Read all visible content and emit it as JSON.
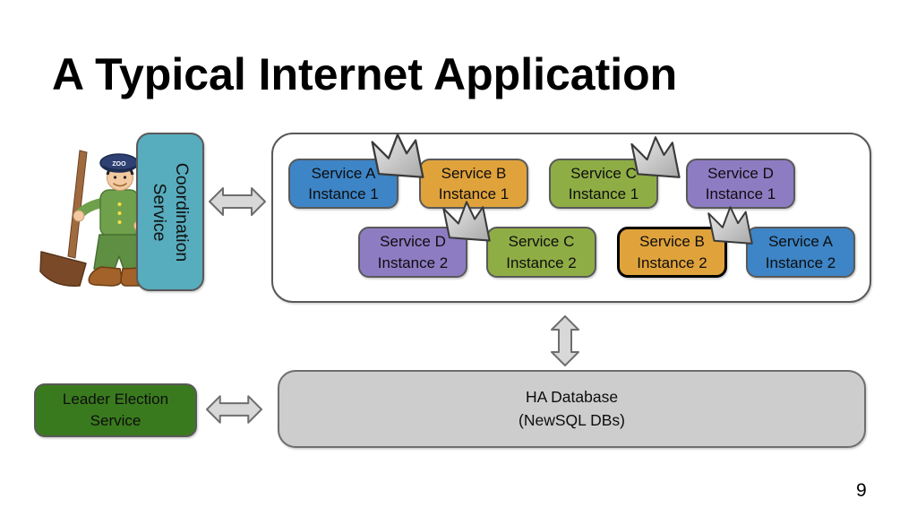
{
  "title": "A Typical Internet Application",
  "page_number": "9",
  "colors": {
    "service_a": "#3D85C6",
    "service_b": "#E0A33C",
    "service_c": "#8FAD45",
    "service_d": "#8E7CC3",
    "coordination": "#57ACBE",
    "leader_election": "#3A7A1E",
    "ha_database": "#CDCDCD",
    "box_border": "#595959",
    "arrow_fill": "#D8D8D8",
    "arrow_stroke": "#6E6E6E",
    "crown_fill": "#C9C9C9"
  },
  "coordination_service": {
    "line1": "Coordination",
    "line2": "Service"
  },
  "cluster": {
    "row1": [
      {
        "name": "Service A",
        "instance": "Instance 1"
      },
      {
        "name": "Service B",
        "instance": "Instance 1"
      },
      {
        "name": "Service C",
        "instance": "Instance 1"
      },
      {
        "name": "Service D",
        "instance": "Instance 1"
      }
    ],
    "row2": [
      {
        "name": "Service D",
        "instance": "Instance 2"
      },
      {
        "name": "Service C",
        "instance": "Instance 2"
      },
      {
        "name": "Service B",
        "instance": "Instance 2"
      },
      {
        "name": "Service A",
        "instance": "Instance 2"
      }
    ],
    "leaders_marked_by_crown": [
      "Service A Instance 1",
      "Service C Instance 1",
      "Service D Instance 2",
      "Service B Instance 2"
    ]
  },
  "leader_election_service": {
    "line1": "Leader Election",
    "line2": "Service"
  },
  "ha_database": {
    "line1": "HA Database",
    "line2": "(NewSQL DBs)"
  },
  "mascot": {
    "cap_text": "ZOO"
  },
  "icons": {
    "crown": "leader-crown-icon",
    "horizontal_arrow": "double-arrow-horizontal-icon",
    "vertical_arrow": "double-arrow-vertical-icon"
  }
}
